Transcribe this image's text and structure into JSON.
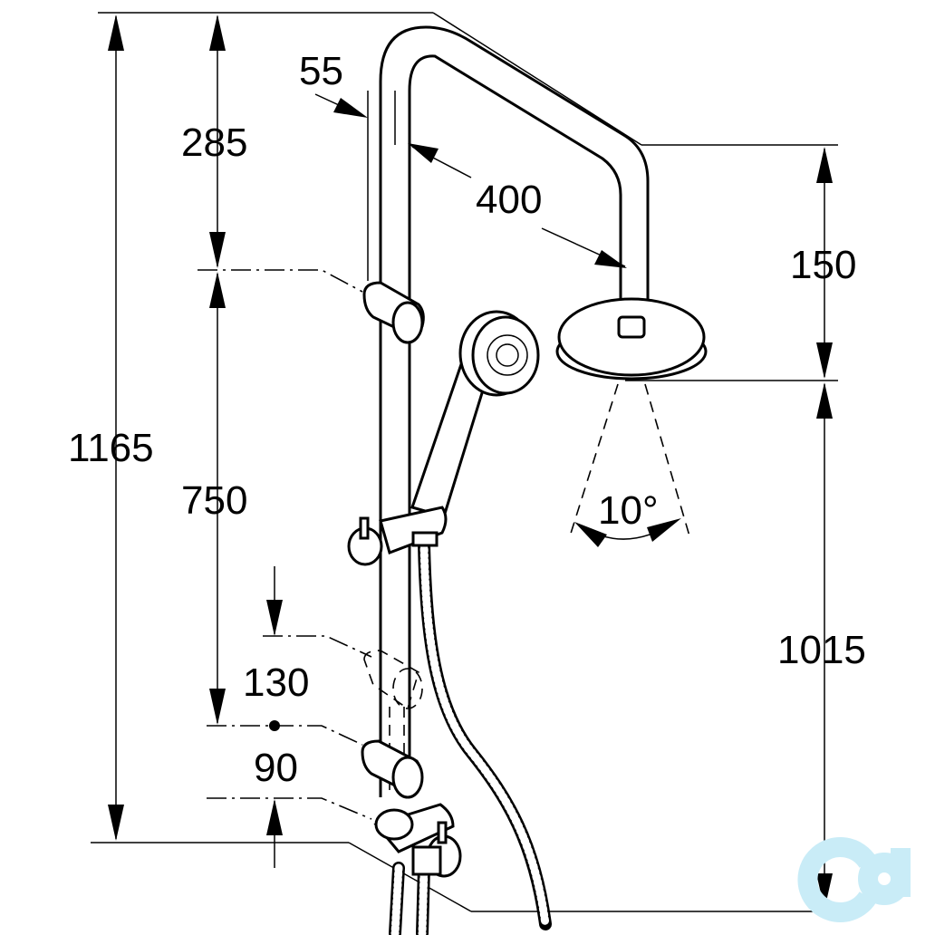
{
  "dimensions": {
    "total_height": "1165",
    "top_to_bracket": "285",
    "bracket_to_bracket": "750",
    "pipe_diameter": "55",
    "arm_length": "400",
    "head_drop": "150",
    "head_height": "1015",
    "adjust_range": "130",
    "lower_offset": "90",
    "spray_angle": "10°"
  },
  "colors": {
    "line": "#000000",
    "background": "#ffffff",
    "watermark": "#c9ecf7"
  },
  "logo": {
    "name": "brand-watermark-logo"
  }
}
